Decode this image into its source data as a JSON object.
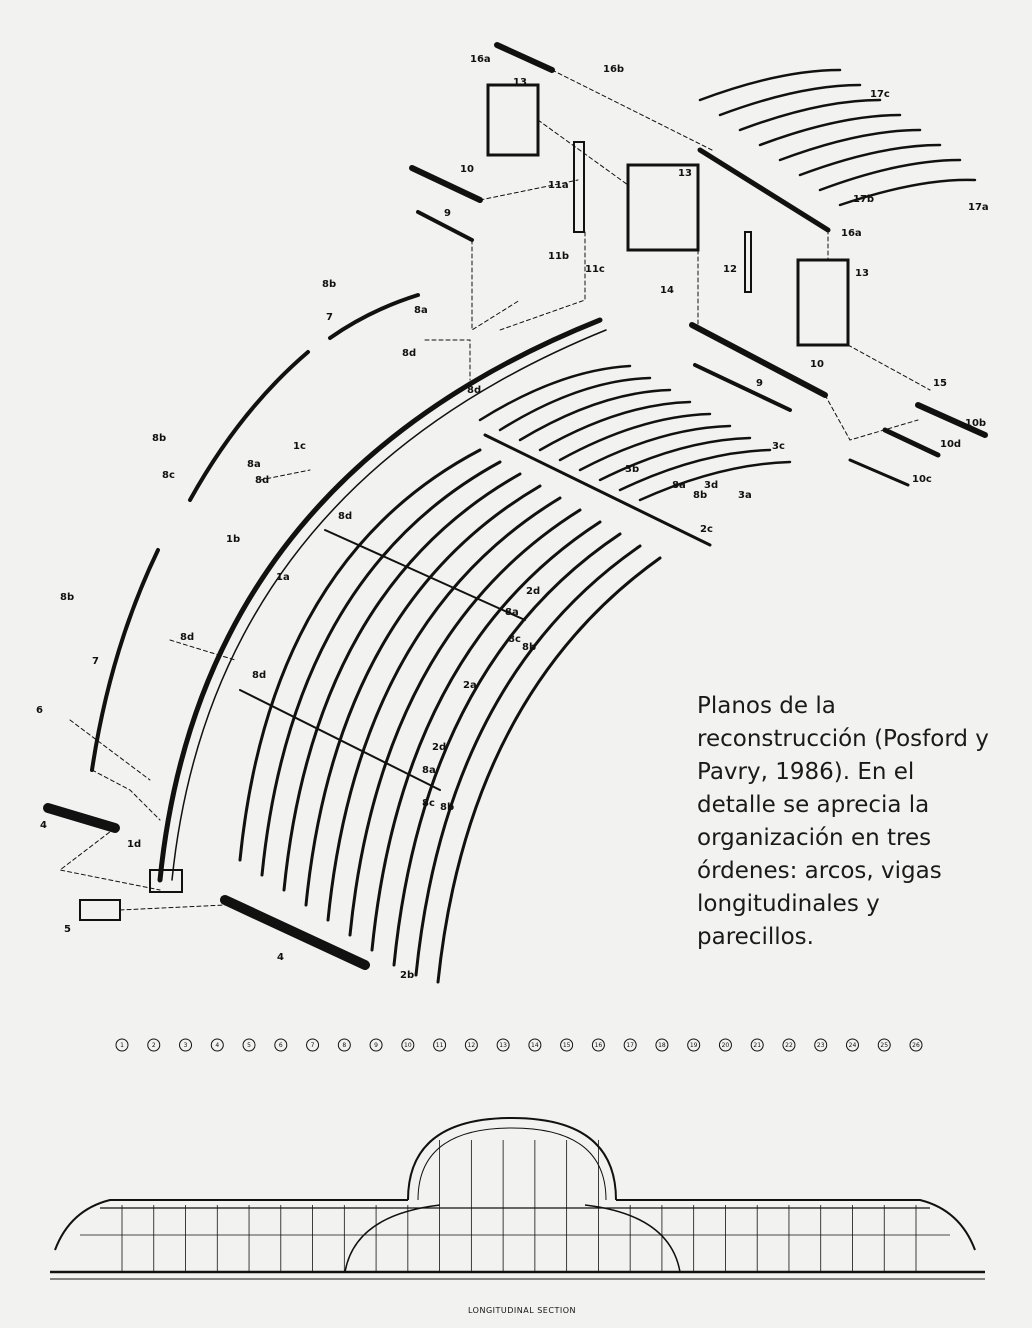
{
  "caption": "Planos de la reconstrucción (Posford y Pavry, 1986). En el detalle se aprecia la organización en tres órdenes: arcos, vigas longitudinales y parecillos.",
  "part_labels": [
    "16a",
    "16b",
    "13",
    "17c",
    "10",
    "11a",
    "13",
    "9",
    "17b",
    "17a",
    "16a",
    "11b",
    "11c",
    "12",
    "13",
    "8b",
    "14",
    "7",
    "8a",
    "8d",
    "10",
    "8d",
    "15",
    "9",
    "10b",
    "3c",
    "10d",
    "8b",
    "1c",
    "8a",
    "3b",
    "8d",
    "3d",
    "10c",
    "8c",
    "8a",
    "8b",
    "3a",
    "8d",
    "2c",
    "1b",
    "1a",
    "2d",
    "8b",
    "8a",
    "8c",
    "8b",
    "8d",
    "7",
    "2a",
    "8d",
    "6",
    "2d",
    "8a",
    "8c",
    "8b",
    "4",
    "1d",
    "5",
    "4",
    "2b"
  ],
  "grid_numbers": [
    "1",
    "2",
    "3",
    "4",
    "5",
    "6",
    "7",
    "8",
    "9",
    "10",
    "11",
    "12",
    "13",
    "14",
    "15",
    "16",
    "17",
    "18",
    "19",
    "20",
    "21",
    "22",
    "23",
    "24",
    "25",
    "26"
  ],
  "section_title": "LONGITUDINAL SECTION"
}
